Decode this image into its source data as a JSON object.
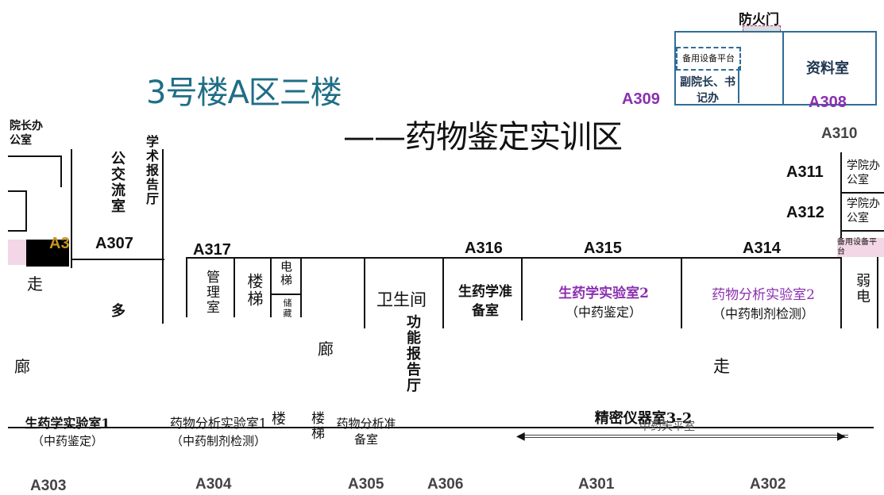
{
  "header": {
    "title": "3号楼A区三楼",
    "subtitle": "——药物鉴定实训区"
  },
  "top_right": {
    "fire_door": "防火门",
    "equipment_platform": "备用设备平台",
    "vice_dean": "副院长、书记办",
    "archive": "资料室",
    "a309": "A309",
    "a308": "A308",
    "a310": "A310",
    "a311": "A311",
    "a312": "A312",
    "right_office_1": "学院办公室",
    "right_office_2": "学院办公室",
    "right_equip": "备用设备平台"
  },
  "left_column": {
    "dean_office": "院长办公室",
    "exchange_room": "公交流室",
    "academic": "学术报告厅",
    "a307": "A307",
    "a30x": "A3",
    "corridor_top": "走",
    "corridor_bottom": "廊",
    "multi": "多"
  },
  "middle_rooms": {
    "a317": "A317",
    "a316": "A316",
    "a315": "A315",
    "a314": "A314",
    "management": "管理室",
    "stairs": "楼梯",
    "elevator": "电梯",
    "storage": "储藏",
    "restroom": "卫生间",
    "function_hall": "功能报告厅",
    "pharm_prep": "生药学准备室",
    "pharm_lab": "生药学实验室2",
    "pharm_lab_sub": "（中药鉴定）",
    "analysis_lab": "药物分析实验室2",
    "analysis_lab_sub": "（中药制剂检测）",
    "weak_electric": "弱电",
    "corridor_mid": "廊",
    "corridor_right": "走"
  },
  "bottom_rooms": {
    "r1": "生药学实验室1",
    "r1_sub": "（中药鉴定）",
    "r2": "药物分析实验室1",
    "r2_sub": "（中药制剂检测）",
    "r3": "楼梯",
    "r4": "药物分析准备室",
    "r5": "精密仪器室3-2",
    "r5_sub": "中药天平室",
    "stairs_label": "楼",
    "a303": "A303",
    "a304": "A304",
    "a305": "A305",
    "a306": "A306",
    "a301": "A301",
    "a302": "A302"
  },
  "colors": {
    "title": "#1f6e86",
    "accent_purple": "#8b2fb0",
    "box_blue": "#2f6d97",
    "pink_highlight": "#f3d7e6"
  }
}
